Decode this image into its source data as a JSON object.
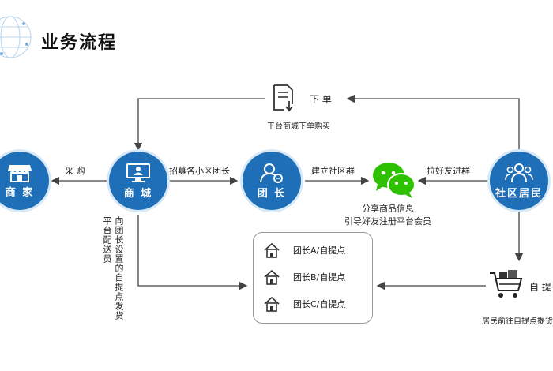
{
  "header": {
    "title": "业务流程"
  },
  "nodes": {
    "merchant": {
      "label": "商 家",
      "icon": "storefront-icon"
    },
    "mall": {
      "label": "商 城",
      "icon": "monitor-user-icon"
    },
    "leader": {
      "label": "团 长",
      "icon": "user-badge-icon"
    },
    "residents": {
      "label": "社区居民",
      "icon": "group-users-icon"
    }
  },
  "edges": {
    "purchase": "采 购",
    "recruit": "招募各小区团长",
    "build_group": "建立社区群",
    "invite_friends": "拉好友进群",
    "order_label": "下 单",
    "order_caption": "平台商城下单购买",
    "delivery_left": "平台配送员",
    "delivery_right": "向团长设置的自提点发货",
    "pickup_label": "自 提",
    "pickup_caption": "居民前往自提点提货"
  },
  "wechat": {
    "line1": "分享商品信息",
    "line2": "引导好友注册平台会员"
  },
  "pickup_points": [
    {
      "label": "团长A/自提点"
    },
    {
      "label": "团长B/自提点"
    },
    {
      "label": "团长C/自提点"
    }
  ],
  "colors": {
    "node_blue": "#1f6fb8",
    "wechat_green": "#2dc100",
    "line_gray": "#444444"
  }
}
